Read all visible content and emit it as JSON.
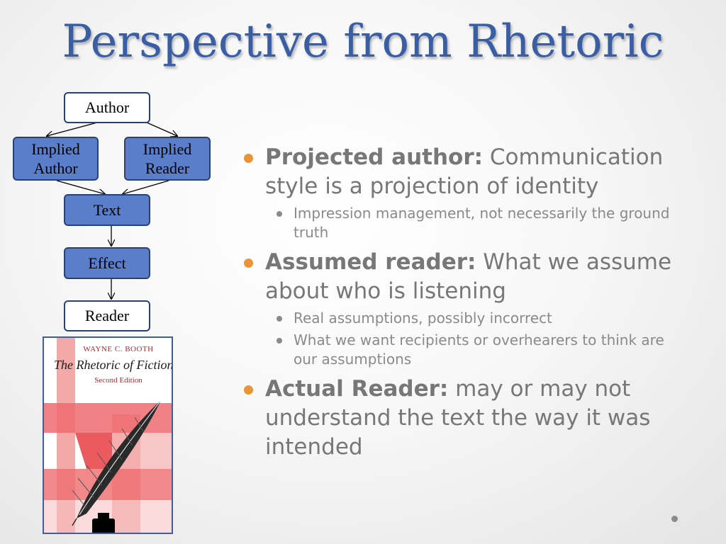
{
  "title": "Perspective from Rhetoric",
  "diagram": {
    "author": "Author",
    "implied_author": "Implied\nAuthor",
    "implied_reader": "Implied\nReader",
    "text": "Text",
    "effect": "Effect",
    "reader": "Reader"
  },
  "book": {
    "author": "WAYNE C. BOOTH",
    "title": "The Rhetoric of Fiction",
    "edition": "Second Edition"
  },
  "bullets": [
    {
      "label": "Projected author:",
      "text": " Communication style is a projection of identity",
      "sub": [
        "Impression management, not necessarily the ground truth"
      ]
    },
    {
      "label": "Assumed reader:",
      "text": " What we assume about who is listening",
      "sub": [
        "Real assumptions, possibly incorrect",
        "What we want recipients or overhearers to think are our assumptions"
      ]
    },
    {
      "label": "Actual Reader:",
      "text": " may or may not understand the text the way it was intended",
      "sub": []
    }
  ],
  "colors": {
    "title": "#3a5ea4",
    "box_blue": "#5b7ecb",
    "box_border": "#2b4170",
    "bullet_orange": "#e8953a",
    "body_text": "#777777"
  }
}
